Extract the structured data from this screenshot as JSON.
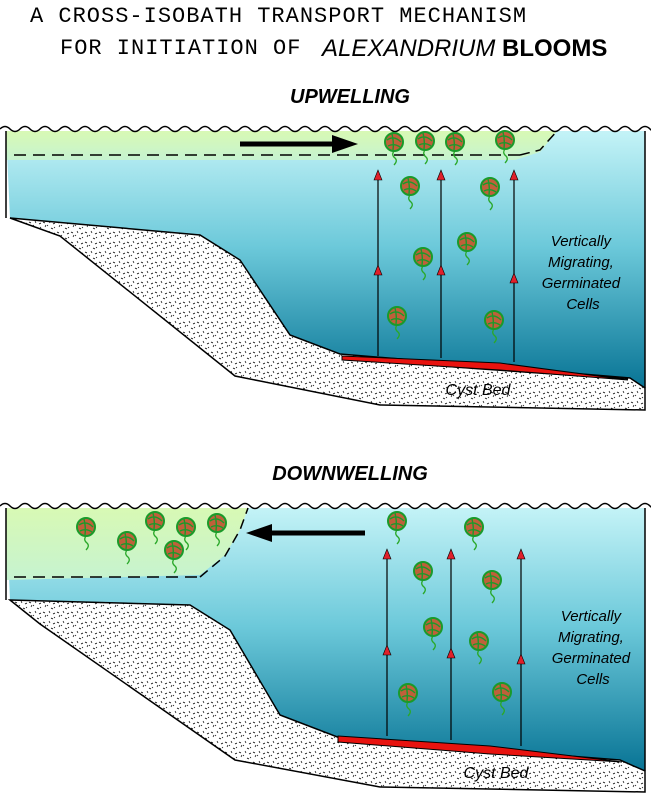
{
  "title": {
    "line1": "A CROSS-ISOBATH TRANSPORT MECHANISM",
    "line2_prefix": "FOR INITIATION OF",
    "line2_italic": "ALEXANDRIUM",
    "line2_bold": "BLOOMS"
  },
  "panels": [
    {
      "heading": "UPWELLING",
      "side_label": [
        "Vertically",
        "Migrating,",
        "Germinated",
        "Cells"
      ],
      "bed_label": "Cyst Bed"
    },
    {
      "heading": "DOWNWELLING",
      "side_label": [
        "Vertically",
        "Migrating,",
        "Germinated",
        "Cells"
      ],
      "bed_label": "Cyst Bed"
    }
  ],
  "colors": {
    "water_top": "#b9f0f5",
    "water_bottom": "#0a7a96",
    "surface_layer": "#d4f7b0",
    "cyst_bed": "#e8130f",
    "arrow_red": "#e0202a",
    "cell_fill": "#c0603a",
    "cell_ring": "#1a9a2a",
    "sediment": "#ffffff"
  }
}
